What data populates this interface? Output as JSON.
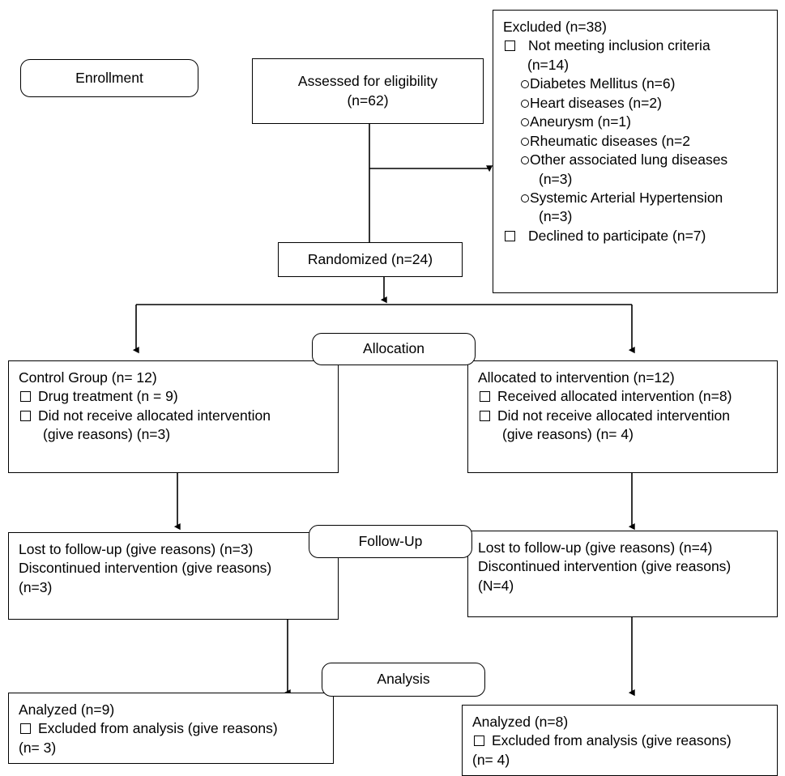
{
  "diagram": {
    "title": "CONSORT participant flow diagram",
    "line_color": "#000000",
    "background": "#ffffff"
  },
  "stages": {
    "enrollment": "Enrollment",
    "allocation": "Allocation",
    "followup": "Follow-Up",
    "analysis": "Analysis"
  },
  "enrollment": {
    "assessed": {
      "line1": "Assessed for eligibility",
      "line2": "(n=62)"
    },
    "randomized": "Randomized (n=24)",
    "excluded": {
      "heading": "Excluded (n=38)",
      "reason1": "Not meeting inclusion criteria",
      "reason1_count": "(n=14)",
      "sub1": "Diabetes Mellitus (n=6)",
      "sub2": "Heart diseases (n=2)",
      "sub3": "Aneurysm (n=1)",
      "sub4": "Rheumatic diseases (n=2",
      "sub5": "Other associated lung diseases",
      "sub5_count": "(n=3)",
      "sub6": "Systemic Arterial Hypertension",
      "sub6_count": "(n=3)",
      "reason2": "Declined to participate (n=7)"
    }
  },
  "allocation": {
    "left": {
      "heading": "Control Group (n= 12)",
      "item1": "Drug treatment (n = 9)",
      "item2": "Did not receive allocated intervention",
      "item2_cont": "(give reasons) (n=3)"
    },
    "right": {
      "heading": "Allocated to intervention (n=12)",
      "item1": "Received allocated intervention (n=8)",
      "item2": "Did not receive allocated intervention",
      "item2_cont": "(give reasons) (n= 4)"
    }
  },
  "followup": {
    "left": {
      "line1": "Lost to follow-up (give reasons) (n=3)",
      "line2": "Discontinued intervention (give reasons)",
      "line3": "(n=3)"
    },
    "right": {
      "line1": "Lost to follow-up (give reasons) (n=4)",
      "line2": "Discontinued intervention (give reasons)",
      "line3": "(N=4)"
    }
  },
  "analysis": {
    "left": {
      "heading": "Analyzed (n=9)",
      "item1": "Excluded from analysis (give reasons)",
      "item1_cont": "(n= 3)"
    },
    "right": {
      "heading": "Analyzed (n=8)",
      "item1": "Excluded from analysis (give reasons)",
      "item1_cont": "(n= 4)"
    }
  }
}
